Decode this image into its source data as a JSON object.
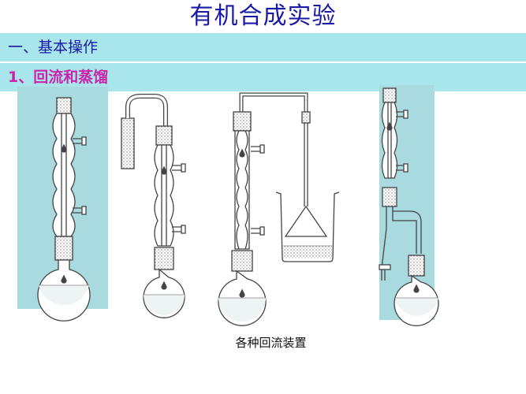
{
  "page": {
    "title": "有机合成实验",
    "section": "一、基本操作",
    "subsection": "1、回流和蒸馏",
    "caption": "各种回流装置"
  },
  "colors": {
    "title": "#1a1aa6",
    "subsection": "#cc22aa",
    "band": "#a8e6ec",
    "panel": "#a8dadf",
    "glass": "#444444",
    "liquid": "#e6eeee"
  },
  "figures": [
    {
      "name": "apparatus-1",
      "description_icon": "condenser-flask-icon"
    },
    {
      "name": "apparatus-2",
      "description_icon": "drying-tube-condenser-icon"
    },
    {
      "name": "apparatus-3",
      "description_icon": "gas-trap-beaker-icon"
    },
    {
      "name": "apparatus-4",
      "description_icon": "dropping-funnel-condenser-icon"
    }
  ]
}
